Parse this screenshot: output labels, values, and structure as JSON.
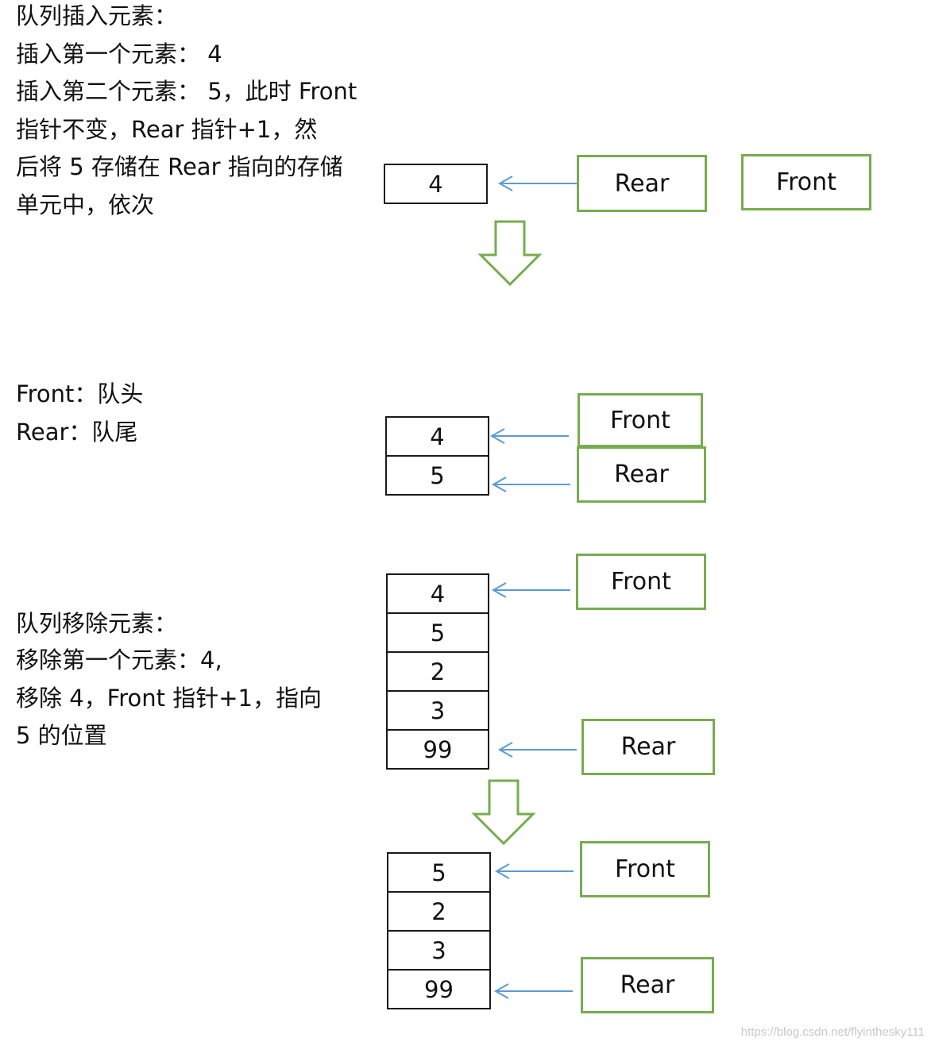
{
  "description": {
    "insert_title": "队列插入元素：",
    "insert_lines": [
      "插入第一个元素： 4",
      "插入第二个元素： 5，此时 Front",
      "指针不变，Rear 指针+1，然",
      "后将 5 存储在 Rear 指向的存储",
      "单元中，依次"
    ],
    "legend": [
      "Front：队头",
      "Rear：队尾"
    ],
    "remove_title": "队列移除元素：",
    "remove_lines": [
      "移除第一个元素：4,",
      "移除 4，Front 指针+1，指向",
      "5 的位置"
    ]
  },
  "states": [
    {
      "cells": [
        "4"
      ],
      "pointers": [
        "Rear",
        "Front"
      ]
    },
    {
      "cells": [
        "4",
        "5"
      ],
      "pointers": [
        "Front",
        "Rear"
      ]
    },
    {
      "cells": [
        "4",
        "5",
        "2",
        "3",
        "99"
      ],
      "pointers": [
        "Front",
        "Rear"
      ]
    },
    {
      "cells": [
        "5",
        "2",
        "3",
        "99"
      ],
      "pointers": [
        "Front",
        "Rear"
      ]
    }
  ],
  "watermark": "https://blog.csdn.net/flyinthesky111",
  "colors": {
    "pointer_border": "#77ac4f",
    "pointer_arrow": "#5b9bd5",
    "transition_arrow": "#77ac4f"
  }
}
